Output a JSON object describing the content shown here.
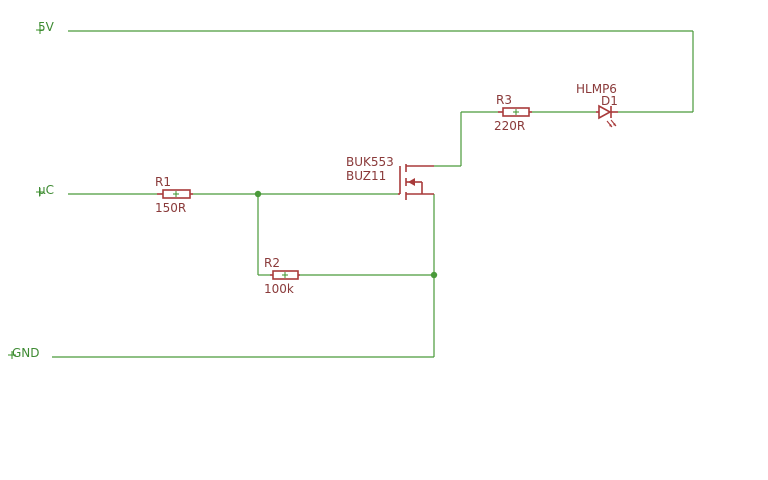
{
  "nets": {
    "vcc": "5V",
    "uc": "µC",
    "gnd": "GND"
  },
  "parts": {
    "r1": {
      "ref": "R1",
      "value": "150R"
    },
    "r2": {
      "ref": "R2",
      "value": "100k"
    },
    "r3": {
      "ref": "R3",
      "value": "220R"
    },
    "d1": {
      "ref": "D1",
      "value": "HLMP6"
    },
    "q1": {
      "value1": "BUK553",
      "value2": "BUZ11"
    }
  },
  "colors": {
    "wire": "#4a9a3a",
    "part": "#a83a3a",
    "label": "#8a3a3a"
  }
}
